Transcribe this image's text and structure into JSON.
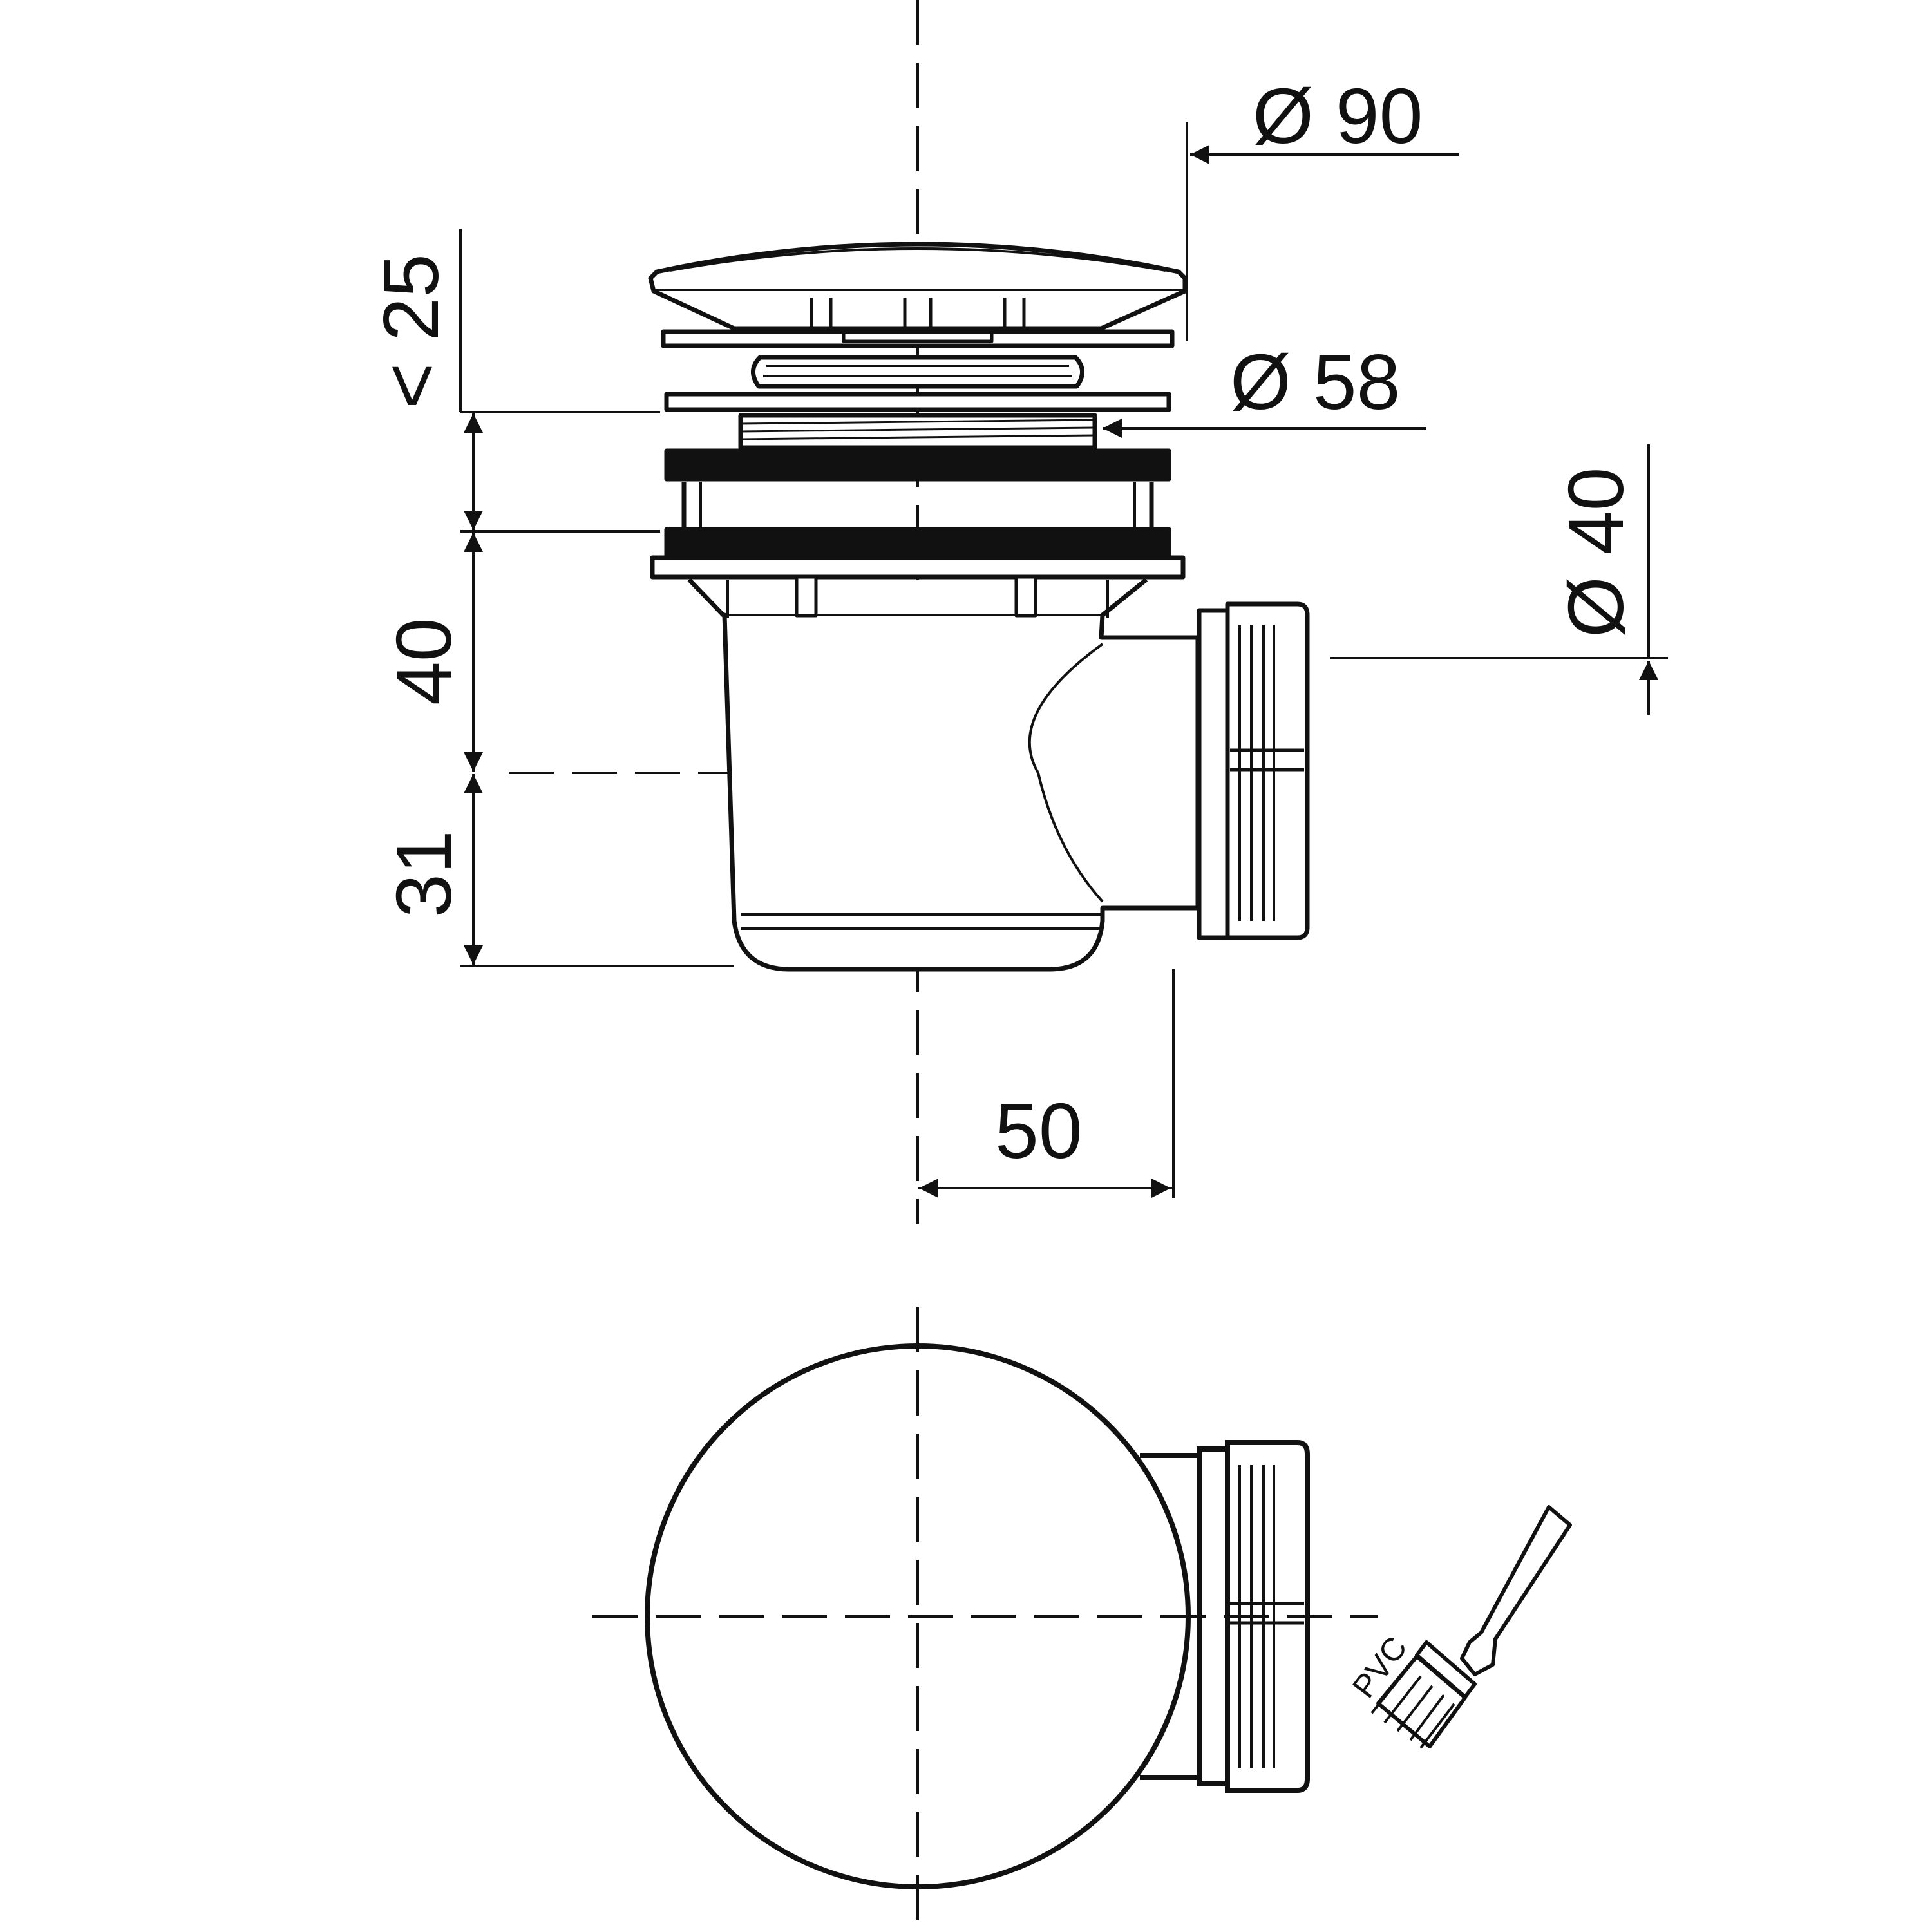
{
  "dimensions": {
    "d90": "Ø 90",
    "d58": "Ø 58",
    "d40": "Ø 40",
    "lt25": "< 25",
    "h40": "40",
    "h31": "31",
    "w50": "50"
  },
  "material_label": "PVC",
  "colors": {
    "line": "#111111",
    "background": "#ffffff"
  },
  "icons": [
    "brush-icon"
  ]
}
